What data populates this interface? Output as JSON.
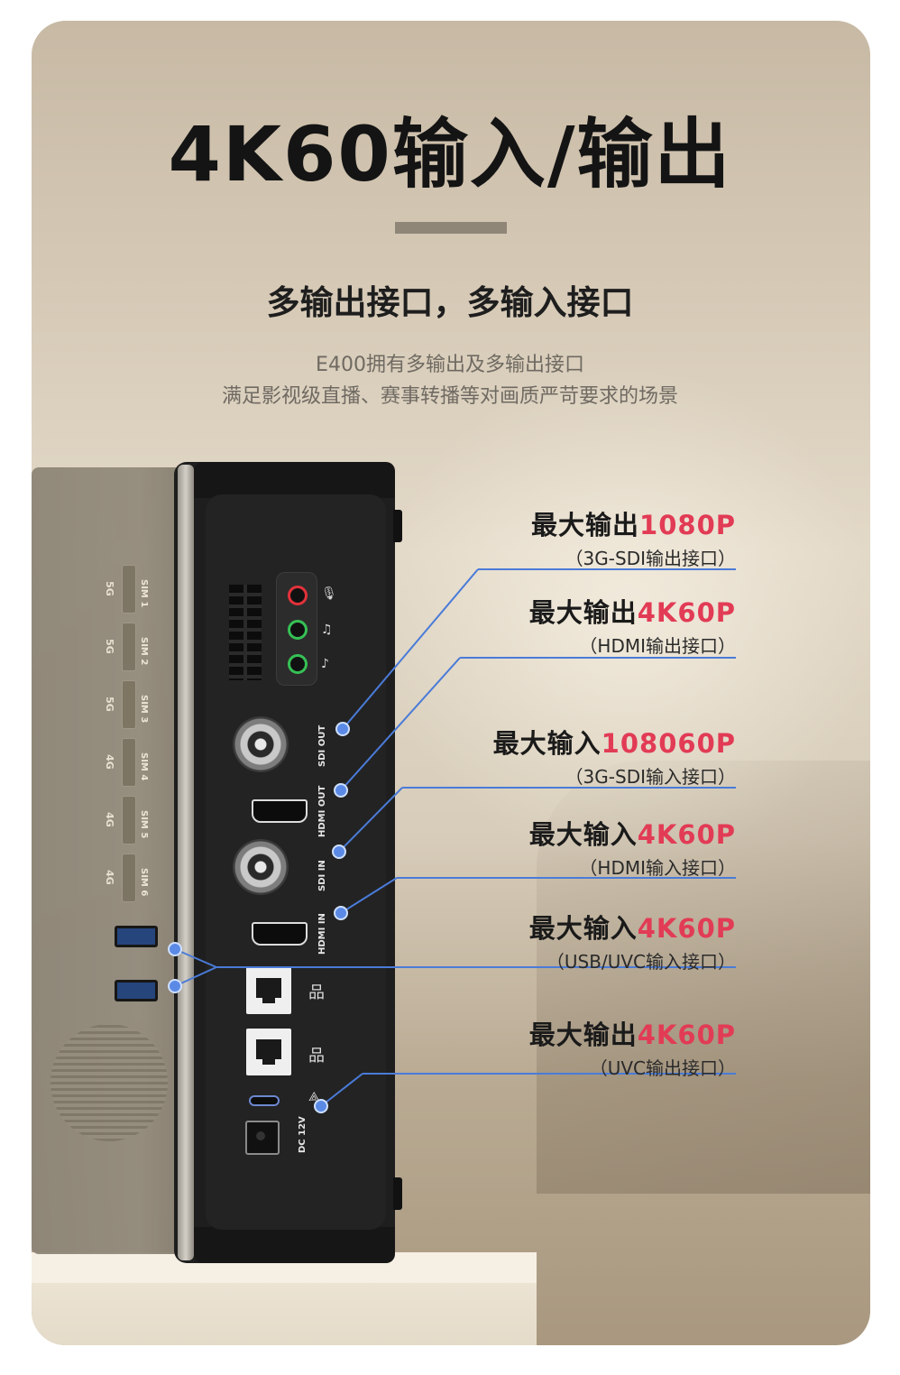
{
  "header": {
    "title": "4K60输入/输出",
    "subtitle": "多输出接口，多输入接口",
    "desc_lines": [
      "E400拥有多输出及多输出接口",
      "满足影视级直播、赛事转播等对画质严苛要求的场景"
    ]
  },
  "device": {
    "sim_labels": [
      "SIM 1",
      "SIM 2",
      "SIM 3",
      "SIM 4",
      "SIM 5",
      "SIM 6"
    ],
    "sim_icons": [
      "5G",
      "5G",
      "5G",
      "4G",
      "4G",
      "4G"
    ],
    "port_labels": {
      "sdi_out": "SDI OUT",
      "hdmi_out": "HDMI OUT",
      "sdi_in": "SDI IN",
      "hdmi_in": "HDMI IN",
      "dc": "DC 12V"
    }
  },
  "callouts": [
    {
      "prefix": "最大输出",
      "value": "1080P",
      "note": "（3G-SDI输出接口）"
    },
    {
      "prefix": "最大输出",
      "value": "4K60P",
      "note": "（HDMI输出接口）"
    },
    {
      "prefix": "最大输入",
      "value": "108060P",
      "note": "（3G-SDI输入接口）"
    },
    {
      "prefix": "最大输入",
      "value": "4K60P",
      "note": "（HDMI输入接口）"
    },
    {
      "prefix": "最大输入",
      "value": "4K60P",
      "note": "（USB/UVC输入接口）"
    },
    {
      "prefix": "最大输出",
      "value": "4K60P",
      "note": "（UVC输出接口）"
    }
  ],
  "colors": {
    "accent": "#e23b55",
    "line": "#4a7bd8",
    "title": "#141414"
  }
}
